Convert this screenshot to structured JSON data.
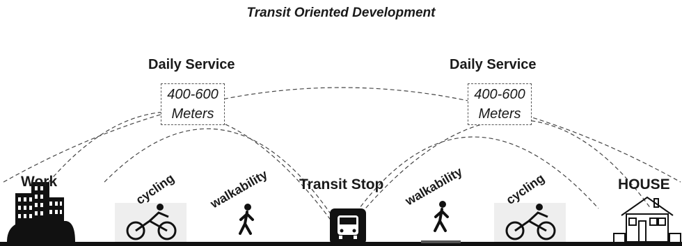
{
  "title": "Transit Oriented Development",
  "daily_service": {
    "left": {
      "label": "Daily Service",
      "range": "400-600",
      "unit": "Meters"
    },
    "right": {
      "label": "Daily Service",
      "range": "400-600",
      "unit": "Meters"
    }
  },
  "nodes": {
    "work": "Work",
    "transit_stop": "Transit Stop",
    "house": "HOUSE"
  },
  "modes": {
    "left": {
      "cycling": "cycling",
      "walkability": "walkability"
    },
    "right": {
      "walkability": "walkability",
      "cycling": "cycling"
    }
  },
  "icons": [
    "office-buildings-icon",
    "cycling-icon",
    "walking-person-icon",
    "bus-stop-icon",
    "house-icon"
  ]
}
